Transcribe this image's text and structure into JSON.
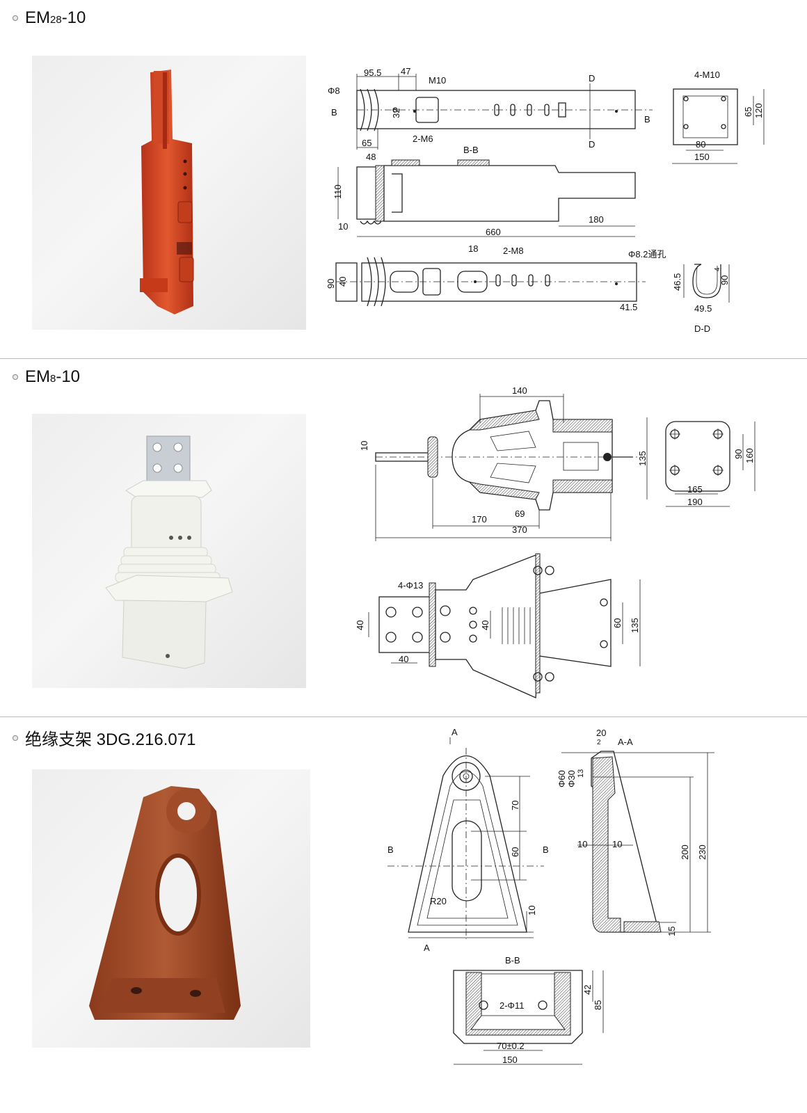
{
  "sections": [
    {
      "title_main": "EM",
      "title_sub": "28",
      "title_suffix": "-10",
      "photo_desc": "red insulating bushing",
      "drawing": {
        "d_95_5": "95.5",
        "d_47": "47",
        "phi8": "Φ8",
        "m10": "M10",
        "b_label": "B",
        "d_32": "32",
        "d_65": "65",
        "two_m6": "2-M6",
        "d_label": "D",
        "four_m10": "4-M10",
        "d_65b": "65",
        "d_120": "120",
        "d_80": "80",
        "d_150": "150",
        "bb": "B-B",
        "d_48": "48",
        "d_110": "110",
        "d_10": "10",
        "d_180": "180",
        "d_660": "660",
        "d_18": "18",
        "two_m8": "2-M8",
        "phi82": "Φ8.2通孔",
        "d_90": "90",
        "d_40": "40",
        "d_41_5": "41.5",
        "d_46_5": "46.5",
        "d_90b": "90",
        "d_4": "4",
        "d_49_5": "49.5",
        "dd": "D-D"
      }
    },
    {
      "title_main": "EM",
      "title_sub": "8",
      "title_suffix": "-10",
      "photo_desc": "white epoxy contact box",
      "drawing": {
        "d_140": "140",
        "d_10": "10",
        "d_135": "135",
        "d_170": "170",
        "d_69": "69",
        "d_370": "370",
        "d_90": "90",
        "d_160": "160",
        "d_165": "165",
        "d_190": "190",
        "four_phi13": "4-Φ13",
        "d_40a": "40",
        "d_40b": "40",
        "d_40c": "40",
        "d_60": "60",
        "d_135b": "135"
      }
    },
    {
      "title_main": "绝缘支架 3DG.216.071",
      "title_sub": "",
      "title_suffix": "",
      "photo_desc": "brown insulating support",
      "drawing": {
        "a": "A",
        "aa": "A-A",
        "b": "B",
        "bb": "B-B",
        "d_20": "20",
        "d_2": "2",
        "phi60": "Φ60",
        "phi30": "Φ30",
        "d_13": "13",
        "d_70": "70",
        "d_60": "60",
        "r20": "R20",
        "d_10": "10",
        "d_10b": "10",
        "d_10c": "10",
        "d_200": "200",
        "d_230": "230",
        "d_15": "15",
        "d_42": "42",
        "d_85": "85",
        "two_phi11": "2-Φ11",
        "d_70_tol": "70±0.2",
        "d_150": "150"
      }
    }
  ],
  "colors": {
    "red_part": "#d44a24",
    "white_part": "#f4f4f0",
    "brown_part": "#9a4a2a",
    "divider": "#bbbbbb"
  }
}
